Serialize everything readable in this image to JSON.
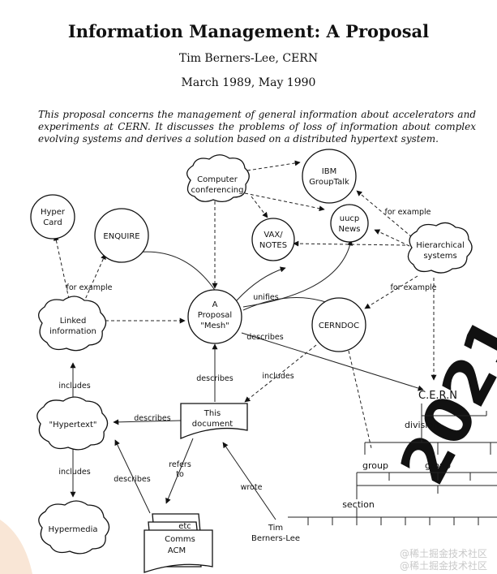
{
  "document": {
    "title": "Information Management: A Proposal",
    "author": "Tim Berners-Lee, CERN",
    "date": "March 1989, May 1990",
    "abstract": "This proposal concerns the management of general information about accelerators and experiments at CERN. It discusses the problems of loss of information about complex evolving systems and derives a solution based on a distributed hypertext system."
  },
  "nodes": {
    "computer_conferencing": [
      "Computer",
      "conferencing"
    ],
    "ibm_grouptalk": [
      "IBM",
      "GroupTalk"
    ],
    "hypercard": [
      "Hyper",
      "Card"
    ],
    "enquire": [
      "ENQUIRE"
    ],
    "vax_notes": [
      "VAX/",
      "NOTES"
    ],
    "uucp_news": [
      "uucp",
      "News"
    ],
    "hierarchical_systems": [
      "Hierarchical",
      "systems"
    ],
    "linked_information": [
      "Linked",
      "information"
    ],
    "proposal_mesh": [
      "A",
      "Proposal",
      "\"Mesh\""
    ],
    "cerndoc": [
      "CERNDOC"
    ],
    "hypertext": [
      "\"Hypertext\""
    ],
    "this_document": [
      "This",
      "document"
    ],
    "hypermedia": [
      "Hypermedia"
    ],
    "comms_acm": [
      "etc",
      "Comms",
      "ACM"
    ],
    "tim_berners_lee": [
      "Tim",
      "Berners-Lee"
    ],
    "cern": [
      "C.E.R.N"
    ],
    "division": [
      "division"
    ],
    "group_1": [
      "group"
    ],
    "group_2": [
      "group"
    ],
    "section": [
      "section"
    ]
  },
  "edge_labels": {
    "for_example_1": "for example",
    "for_example_2": "for example",
    "for_example_3": "for example",
    "unifies": "unifies",
    "describes_1": "describes",
    "describes_2": "describes",
    "describes_3": "describes",
    "describes_4": "describes",
    "includes_1": "includes",
    "includes_2": "includes",
    "includes_3": "includes",
    "refers_to": [
      "refers",
      "to"
    ],
    "wrote": "wrote"
  },
  "watermarks": [
    "@稀土掘金技术社区",
    "@稀土掘金技术社区"
  ]
}
